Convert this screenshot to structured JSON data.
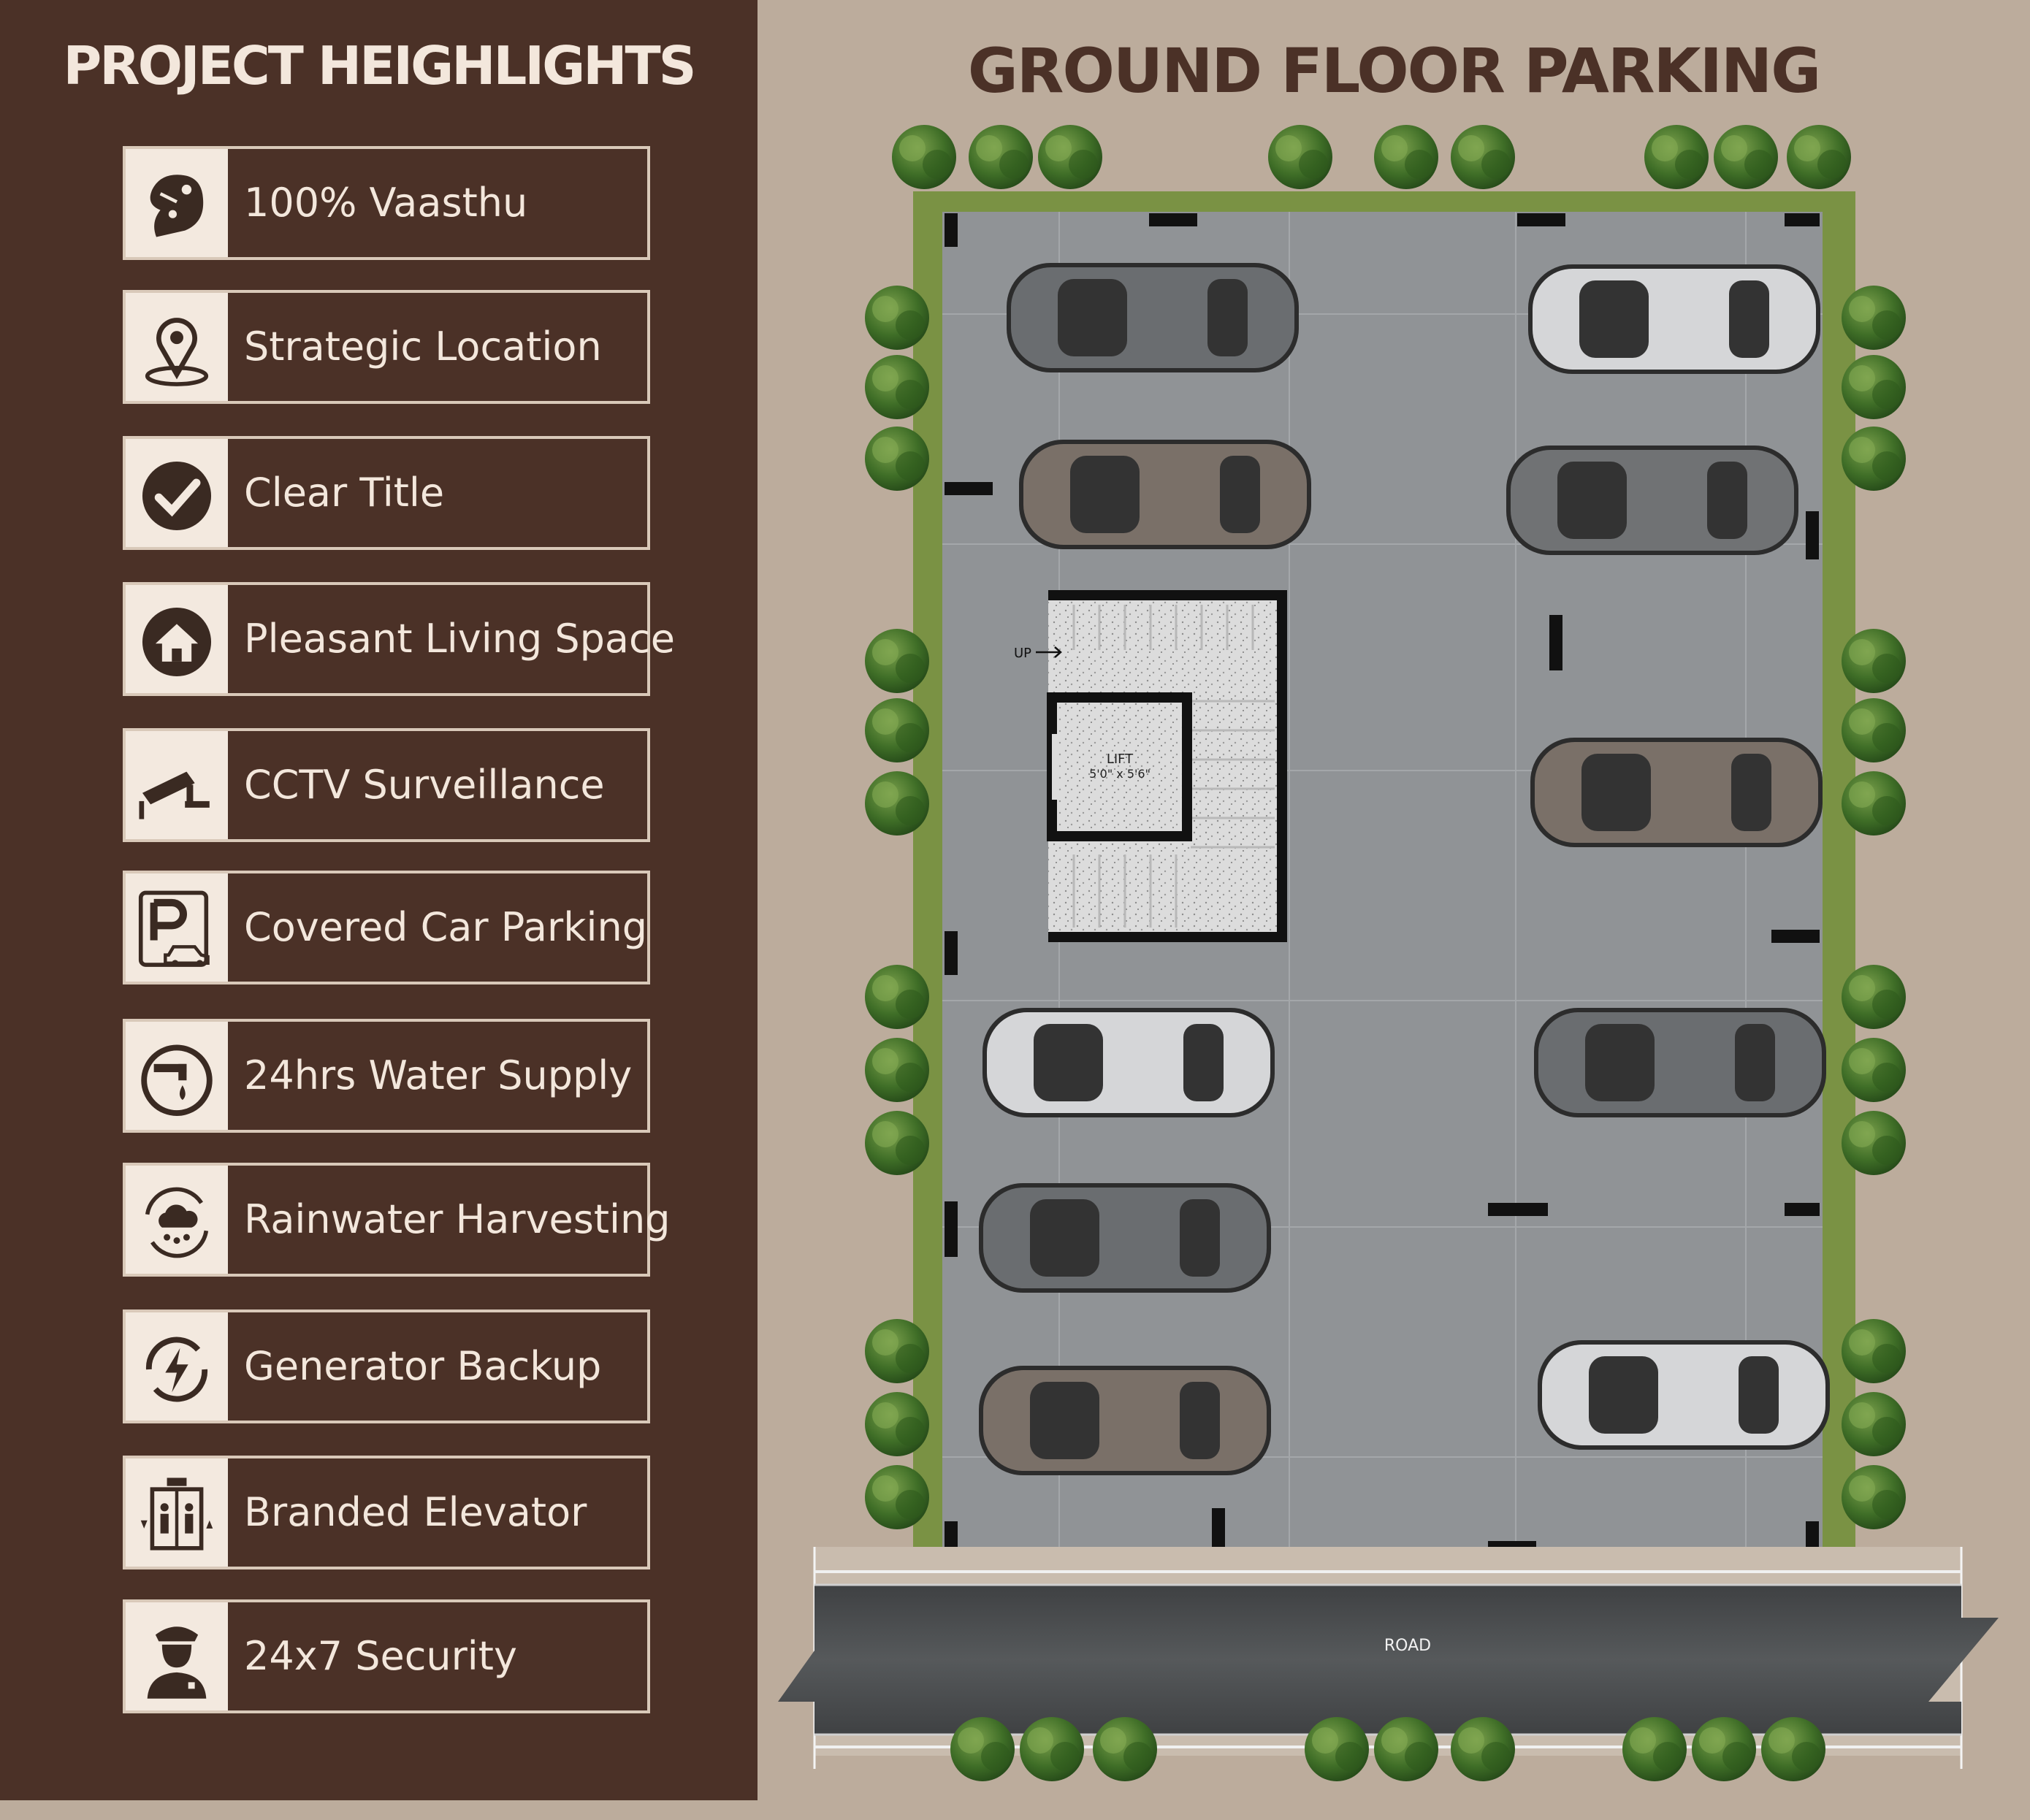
{
  "left_panel": {
    "title": "PROJECT HEIGHLIGHTS",
    "items": [
      {
        "label": "100% Vaasthu",
        "icon": "vaasthu-icon"
      },
      {
        "label": "Strategic Location",
        "icon": "location-pin-icon"
      },
      {
        "label": "Clear Title",
        "icon": "checkmark-icon"
      },
      {
        "label": "Pleasant Living Space",
        "icon": "home-icon"
      },
      {
        "label": "CCTV Surveillance",
        "icon": "cctv-camera-icon"
      },
      {
        "label": "Covered Car Parking",
        "icon": "parking-icon"
      },
      {
        "label": "24hrs Water Supply",
        "icon": "water-tap-icon"
      },
      {
        "label": "Rainwater Harvesting",
        "icon": "rain-cloud-icon"
      },
      {
        "label": "Generator Backup",
        "icon": "generator-icon"
      },
      {
        "label": "Branded Elevator",
        "icon": "elevator-icon"
      },
      {
        "label": "24x7 Security",
        "icon": "security-guard-icon"
      }
    ]
  },
  "plan": {
    "title": "GROUND FLOOR PARKING",
    "stair_label": "UP",
    "lift_label": "LIFT",
    "lift_size": "5'0\" x 5'6\"",
    "road_label": "ROAD"
  },
  "colors": {
    "panel_brown": "#4b3127",
    "background_beige": "#bcac9c",
    "floor_gray": "#8c8f92",
    "grass_green": "#6f8a3d",
    "tree_green": "#3e6b26",
    "road_gray": "#4a4c4e"
  }
}
